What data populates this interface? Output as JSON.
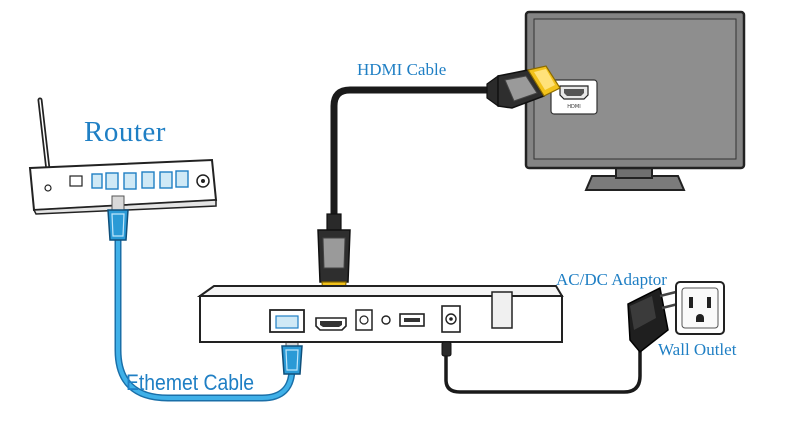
{
  "labels": {
    "router": "Router",
    "hdmi_cable": "HDMI Cable",
    "ethernet_cable": "Ethemet Cable",
    "ac_dc_adaptor": "AC/DC Adaptor",
    "wall_outlet": "Wall Outlet",
    "tv_hdmi_port": "HDMI"
  },
  "colors": {
    "label_blue": "#1f7fc4",
    "ethernet_cable": "#2a9ad6",
    "hdmi_cable": "#1a1a1a",
    "device_outline": "#222222",
    "tv_gray": "#7a7a7a",
    "connector_gold": "#f2c21b"
  }
}
